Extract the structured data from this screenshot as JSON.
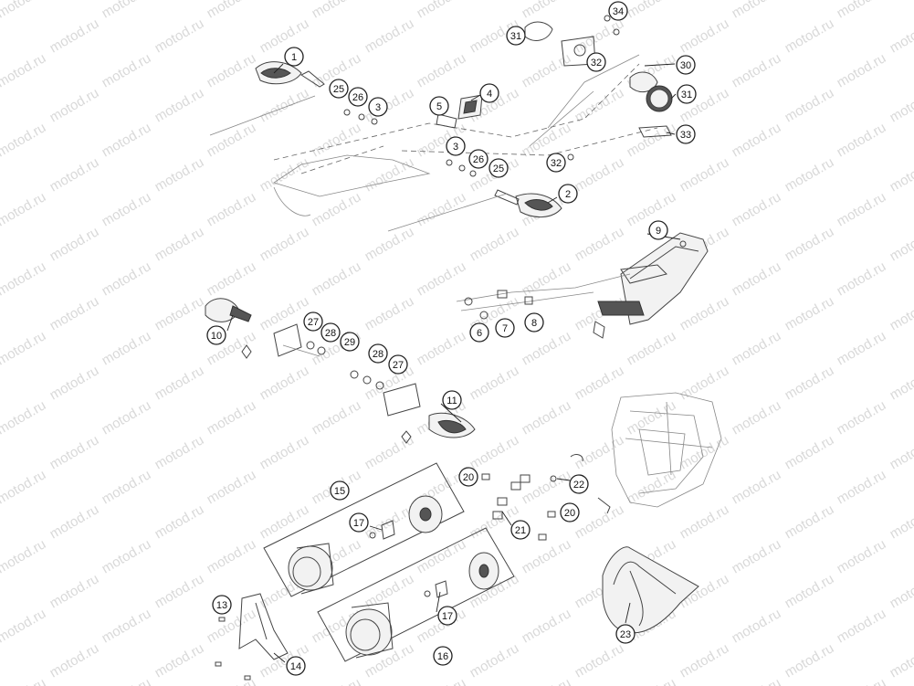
{
  "watermark": {
    "text": "motod.ru"
  },
  "callouts": [
    "1",
    "2",
    "3",
    "3",
    "4",
    "5",
    "6",
    "7",
    "8",
    "9",
    "10",
    "11",
    "13",
    "14",
    "15",
    "16",
    "17",
    "17",
    "20",
    "20",
    "21",
    "22",
    "23",
    "25",
    "25",
    "26",
    "26",
    "27",
    "27",
    "28",
    "28",
    "29",
    "30",
    "31",
    "31",
    "32",
    "32",
    "33",
    "34"
  ]
}
